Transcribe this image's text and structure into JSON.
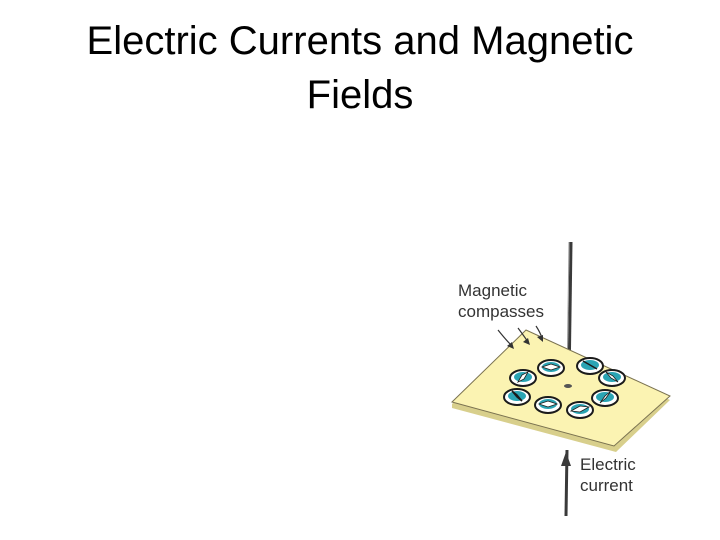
{
  "slide": {
    "title_line1": "Electric Currents and Magnetic",
    "title_line2": "Fields"
  },
  "figure": {
    "label_compasses_line1": "Magnetic",
    "label_compasses_line2": "compasses",
    "label_current_line1": "Electric",
    "label_current_line2": "current",
    "colors": {
      "board": "#fbf3b2",
      "compass_face": "#2aa4b4",
      "compass_rim": "#1b1b1b",
      "wire": "#3a3a3a"
    }
  }
}
